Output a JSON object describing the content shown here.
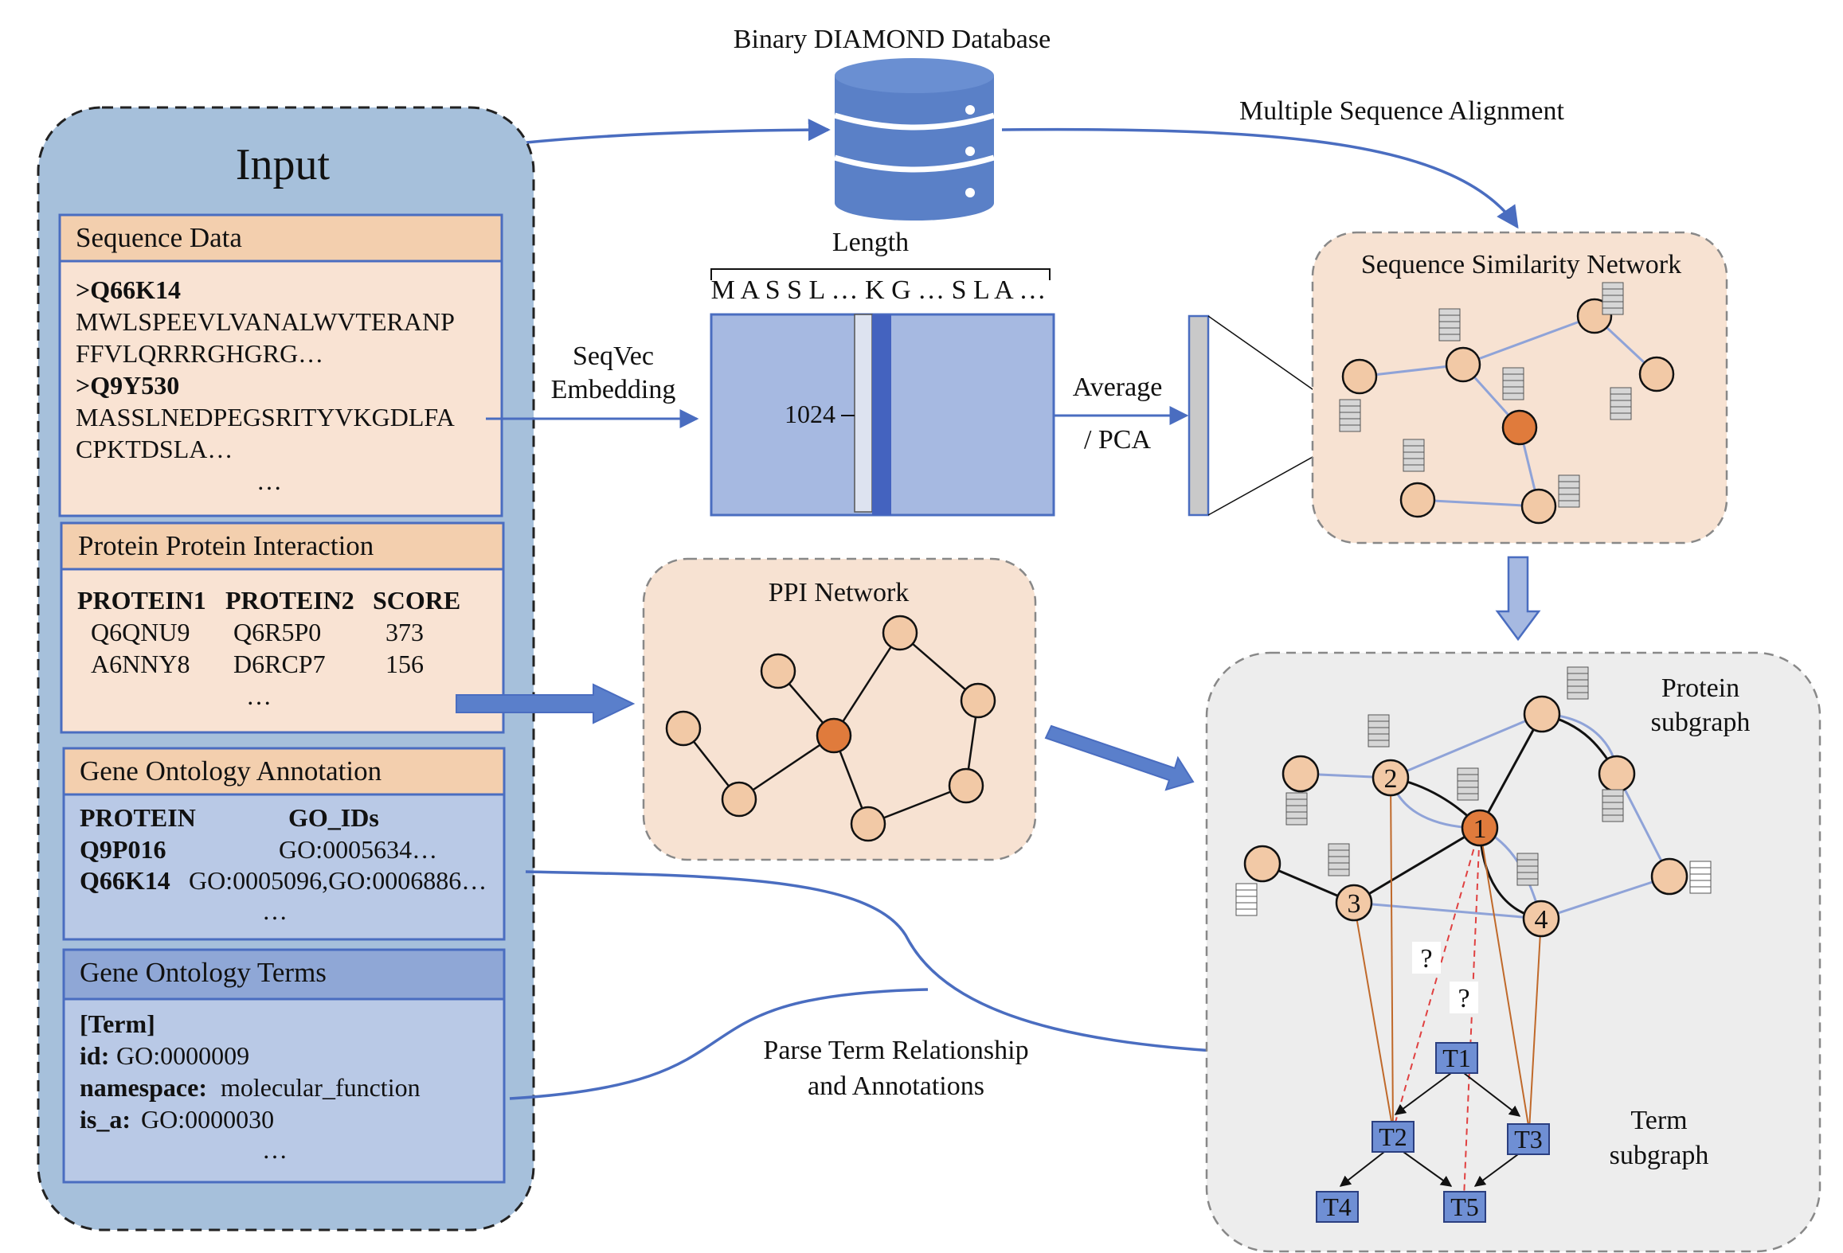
{
  "title": "Binary DIAMOND Database",
  "msa_label": "Multiple Sequence Alignment",
  "input": {
    "title": "Input",
    "sequence": {
      "header": "Sequence Data",
      "lines": [
        {
          "text": ">Q66K14",
          "bold": true
        },
        {
          "text": "MWLSPEEVLVANALWVTERANP",
          "bold": false
        },
        {
          "text": "FFVLQRRRGHGRG…",
          "bold": false
        },
        {
          "text": ">Q9Y530",
          "bold": true
        },
        {
          "text": "MASSLNEDPEGSRITYVKGDLFA",
          "bold": false
        },
        {
          "text": "CPKTDSLA…",
          "bold": false
        }
      ],
      "ellipsis": "…"
    },
    "ppi": {
      "header": "Protein Protein Interaction",
      "columns": [
        "PROTEIN1",
        "PROTEIN2",
        "SCORE"
      ],
      "rows": [
        [
          "Q6QNU9",
          "Q6R5P0",
          "373"
        ],
        [
          "A6NNY8",
          "D6RCP7",
          "156"
        ]
      ],
      "ellipsis": "…"
    },
    "goa": {
      "header": "Gene Ontology Annotation",
      "columns": [
        "PROTEIN",
        "GO_IDs"
      ],
      "rows": [
        [
          "Q9P016",
          "GO:0005634…"
        ],
        [
          "Q66K14",
          "GO:0005096,GO:0006886…"
        ]
      ],
      "ellipsis": "…"
    },
    "terms": {
      "header": "Gene Ontology Terms",
      "term_tag": "[Term]",
      "fields": [
        {
          "key": "id:",
          "value": "GO:0000009"
        },
        {
          "key": "namespace:",
          "value": "molecular_function"
        },
        {
          "key": "is_a:",
          "value": "GO:0000030"
        }
      ],
      "ellipsis": "…"
    }
  },
  "embedding": {
    "seqvec_label": [
      "SeqVec",
      "Embedding"
    ],
    "length_label": "Length",
    "sequence_text": "M A S S L … K G … S L A …",
    "dim_label": "1024",
    "average_label": [
      "Average",
      "/ PCA"
    ]
  },
  "ssn": {
    "title": "Sequence Similarity Network"
  },
  "ppi_network": {
    "title": "PPI Network"
  },
  "subgraph": {
    "protein_label": [
      "Protein",
      "subgraph"
    ],
    "term_label": [
      "Term",
      "subgraph"
    ],
    "protein_nodes": [
      "1",
      "2",
      "3",
      "4"
    ],
    "term_nodes": [
      "T1",
      "T2",
      "T3",
      "T4",
      "T5"
    ],
    "question_mark": "?"
  },
  "parse_label": [
    "Parse Term Relationship",
    "and Annotations"
  ],
  "colors": {
    "input_panel": "#a6c0db",
    "header_peach": "#f3cfae",
    "body_peach": "#f9e3d3",
    "body_blue": "#b9c9e6",
    "header_blue": "#8fa7d6",
    "network_bg": "#f7e2d2",
    "subgraph_bg": "#ededed",
    "node_peach": "#f2c9a6",
    "node_orange": "#e07b3c",
    "arrow_blue": "#4a6dc0",
    "edge_blue": "#8fa3d8",
    "term_box": "#6f8fd4",
    "red_dash": "#e04040",
    "orange_line": "#c0692a"
  }
}
